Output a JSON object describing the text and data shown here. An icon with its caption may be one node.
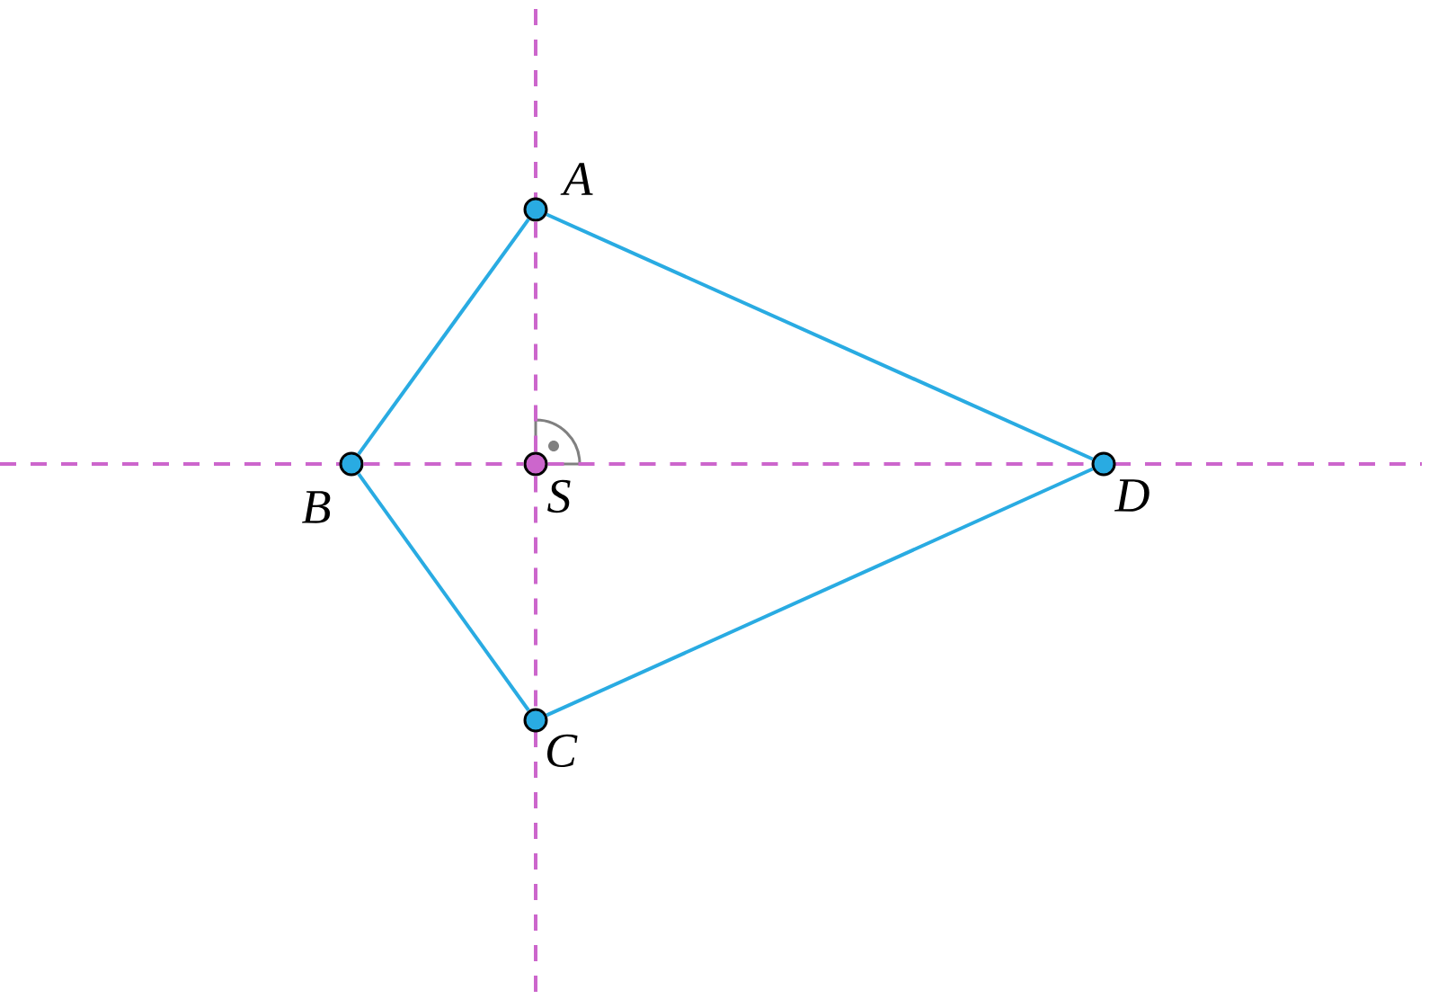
{
  "diagram": {
    "nodes": [
      {
        "text": [],
        "shape": "circle",
        "beside": [
          "A"
        ]
      },
      {
        "text": [],
        "shape": "circle",
        "beside": [
          "B"
        ]
      },
      {
        "text": [],
        "shape": "circle",
        "beside": [
          "C"
        ]
      },
      {
        "text": [],
        "shape": "circle",
        "beside": [
          "D"
        ]
      },
      {
        "text": [],
        "shape": "circle",
        "beside": [
          "S"
        ]
      }
    ],
    "edges": [
      {
        "from": 0,
        "to": 1,
        "arrow": "none"
      },
      {
        "from": 1,
        "to": 2,
        "arrow": "none"
      },
      {
        "from": 2,
        "to": 3,
        "arrow": "none"
      },
      {
        "from": 3,
        "to": 0,
        "arrow": "none"
      },
      {
        "from": 0,
        "to": 4,
        "arrow": "none",
        "style": "dashed",
        "color": "#cc66cc"
      },
      {
        "from": 4,
        "to": 2,
        "arrow": "none",
        "style": "dashed",
        "color": "#cc66cc"
      },
      {
        "from": 1,
        "to": 4,
        "arrow": "none",
        "style": "dashed",
        "color": "#cc66cc"
      },
      {
        "from": 4,
        "to": 3,
        "arrow": "none",
        "style": "dashed",
        "color": "#cc66cc"
      }
    ]
  }
}
